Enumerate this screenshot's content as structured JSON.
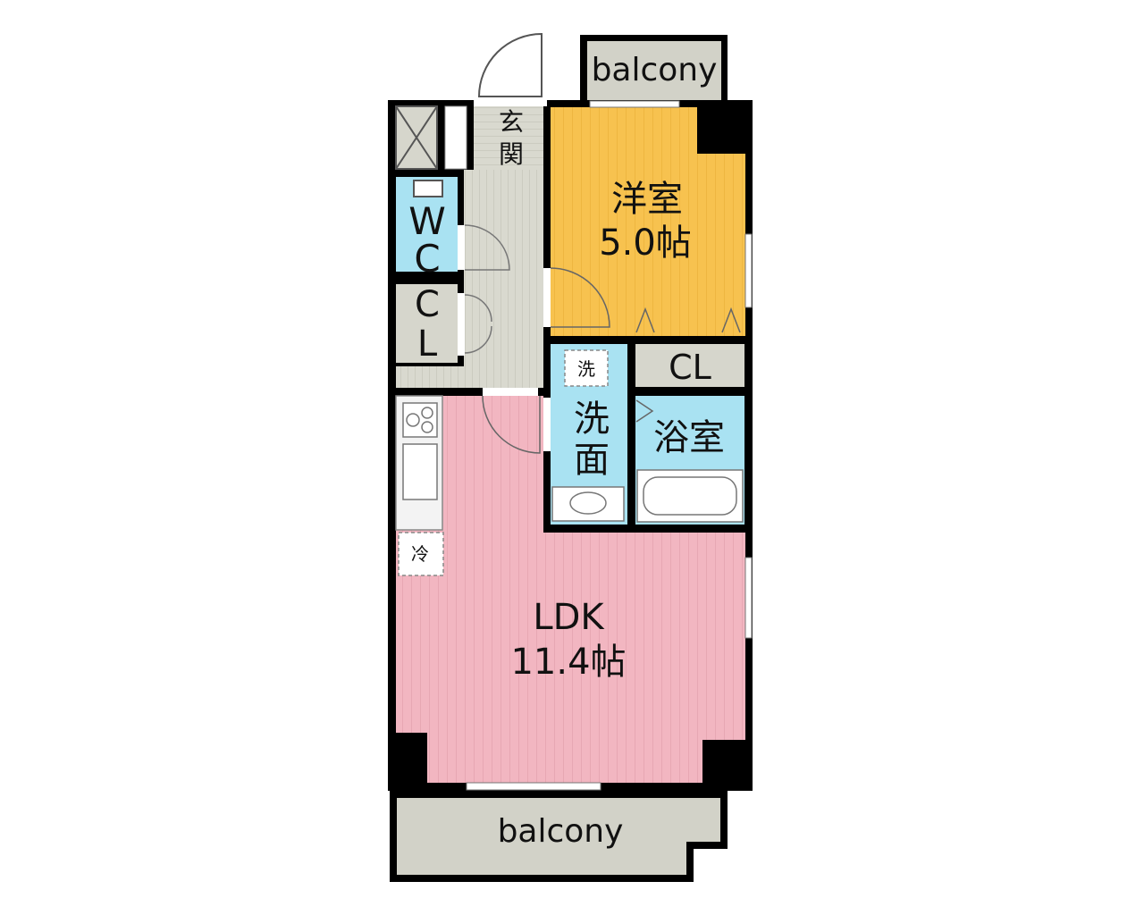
{
  "rooms": {
    "western_room": {
      "name": "洋室",
      "size": "5.0帖"
    },
    "ldk": {
      "name": "LDK",
      "size": "11.4帖"
    },
    "wc": {
      "letters": [
        "W",
        "C"
      ]
    },
    "cl_left": {
      "letters": [
        "C",
        "L"
      ]
    },
    "cl_right": {
      "label": "CL"
    },
    "washroom": {
      "letters": [
        "洗",
        "面"
      ]
    },
    "bath": {
      "label": "浴室"
    },
    "entrance": {
      "letters": [
        "玄",
        "関"
      ]
    }
  },
  "fixtures": {
    "washer": "洗",
    "fridge": "冷"
  },
  "balconies": {
    "top": "balcony",
    "bottom": "balcony"
  },
  "colors": {
    "western_room": "#f7c24f",
    "ldk": "#f2b6c1",
    "wet_area": "#a9e2f2",
    "hall": "#d6d6cc",
    "balcony": "#d2d2c8",
    "wall": "#000000"
  }
}
